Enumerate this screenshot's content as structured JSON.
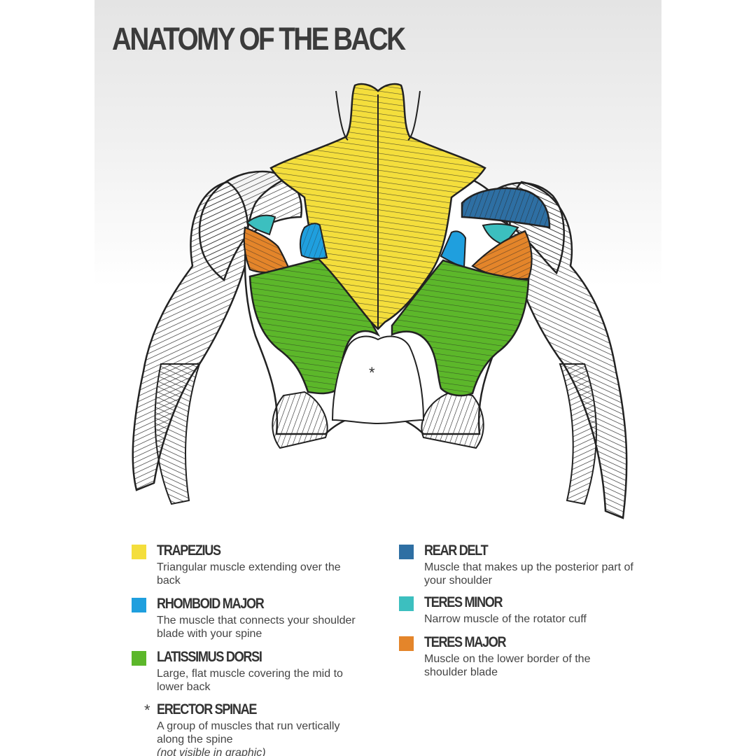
{
  "title": "ANATOMY OF THE BACK",
  "asterisk_marker": "*",
  "colors": {
    "trapezius": "#f4de3c",
    "rhomboid_major": "#1f9fde",
    "latissimus_dorsi": "#5cb72a",
    "rear_delt": "#2e6fa3",
    "teres_minor": "#3cbfbf",
    "teres_major": "#e4852a",
    "muscle_outline": "#222222",
    "muscle_base": "#ffffff"
  },
  "legend": [
    {
      "key": "trapezius",
      "name": "TRAPEZIUS",
      "desc": "Triangular muscle extending over the back"
    },
    {
      "key": "rhomboid_major",
      "name": "RHOMBOID MAJOR",
      "desc": "The muscle that connects your shoulder blade with your spine"
    },
    {
      "key": "latissimus_dorsi",
      "name": "LATISSIMUS DORSI",
      "desc": "Large, flat muscle covering the mid to lower back"
    },
    {
      "key": "erector_spinae",
      "marker": "*",
      "name": "ERECTOR SPINAE",
      "desc": "A group of muscles that run vertically along the spine",
      "note": "(not visible in graphic)"
    },
    {
      "key": "rear_delt",
      "name": "REAR DELT",
      "desc": "Muscle that makes up the posterior part of your shoulder"
    },
    {
      "key": "teres_minor",
      "name": "TERES MINOR",
      "desc": "Narrow muscle of the rotator cuff"
    },
    {
      "key": "teres_major",
      "name": "TERES MAJOR",
      "desc": "Muscle on the lower border of the shoulder blade"
    }
  ]
}
